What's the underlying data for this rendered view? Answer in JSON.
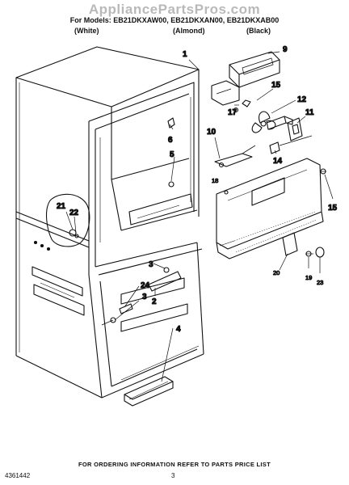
{
  "watermark": "AppliancePartsPros.com",
  "header": {
    "models": "For Models: EB21DKXAW00, EB21DKXAN00, EB21DKXAB00",
    "colors": [
      "(White)",
      "(Almond)",
      "(Black)"
    ]
  },
  "callouts": [
    "1",
    "9",
    "15",
    "17",
    "12",
    "11",
    "6",
    "10",
    "5",
    "14",
    "18",
    "15",
    "21",
    "22",
    "20",
    "19",
    "23",
    "3",
    "24",
    "2",
    "3",
    "4"
  ],
  "footer": {
    "ordering": "FOR ORDERING INFORMATION REFER TO PARTS PRICE LIST",
    "doc_number": "4361442",
    "page_number": "3"
  }
}
